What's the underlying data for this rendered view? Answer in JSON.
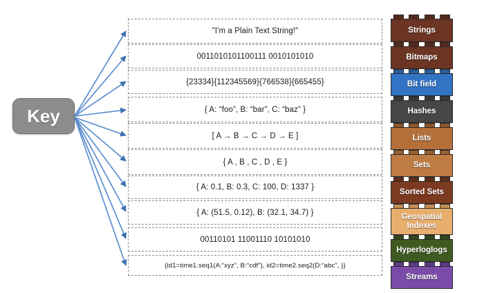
{
  "diagram": {
    "title_node": {
      "label": "Key"
    },
    "arrow_color": "#4a7ebb",
    "rows": [
      {
        "value": "\"I'm a Plain Text String!\"",
        "type_label": "Strings",
        "color": "#6b3423",
        "stud_color": "#55291b"
      },
      {
        "value": "0011010101100111 0010101010",
        "type_label": "Bitmaps",
        "color": "#6b3423",
        "stud_color": "#55291b"
      },
      {
        "value": "{23334}{112345569}{766538}{665455}",
        "type_label": "Bit field",
        "color": "#3273c4",
        "stud_color": "#2a5f9e"
      },
      {
        "value": "{ A: “foo”, B: “bar”, C: “baz”  }",
        "type_label": "Hashes",
        "color": "#464646",
        "stud_color": "#383838"
      },
      {
        "value": "[ A → B → C → D → E ]",
        "type_label": "Lists",
        "color": "#b5703a",
        "stud_color": "#8f5629"
      },
      {
        "value": "{ A , B , C , D , E }",
        "type_label": "Sets",
        "color": "#be7b42",
        "stud_color": "#9a6132"
      },
      {
        "value": "{ A: 0.1, B: 0.3, C: 100, D: 1337 }",
        "type_label": "Sorted Sets",
        "color": "#7c3a20",
        "stud_color": "#622d18"
      },
      {
        "value": "{ A: (51.5, 0.12), B: (32.1, 34.7)  }",
        "type_label": "Geospatial Indexes",
        "color": "#e8ae6e",
        "stud_color": "#c68f53"
      },
      {
        "value": "00110101 11001110 10101010",
        "type_label": "Hyperloglogs",
        "color": "#3f5b22",
        "stud_color": "#32491b"
      },
      {
        "value": "{id1=time1.seq1(A:“xyz”, B:“cdf”), id2=time2.seq2(D:“abc”, )}",
        "type_label": "Streams",
        "color": "#7a4ba8",
        "stud_color": "#613a87"
      }
    ]
  }
}
